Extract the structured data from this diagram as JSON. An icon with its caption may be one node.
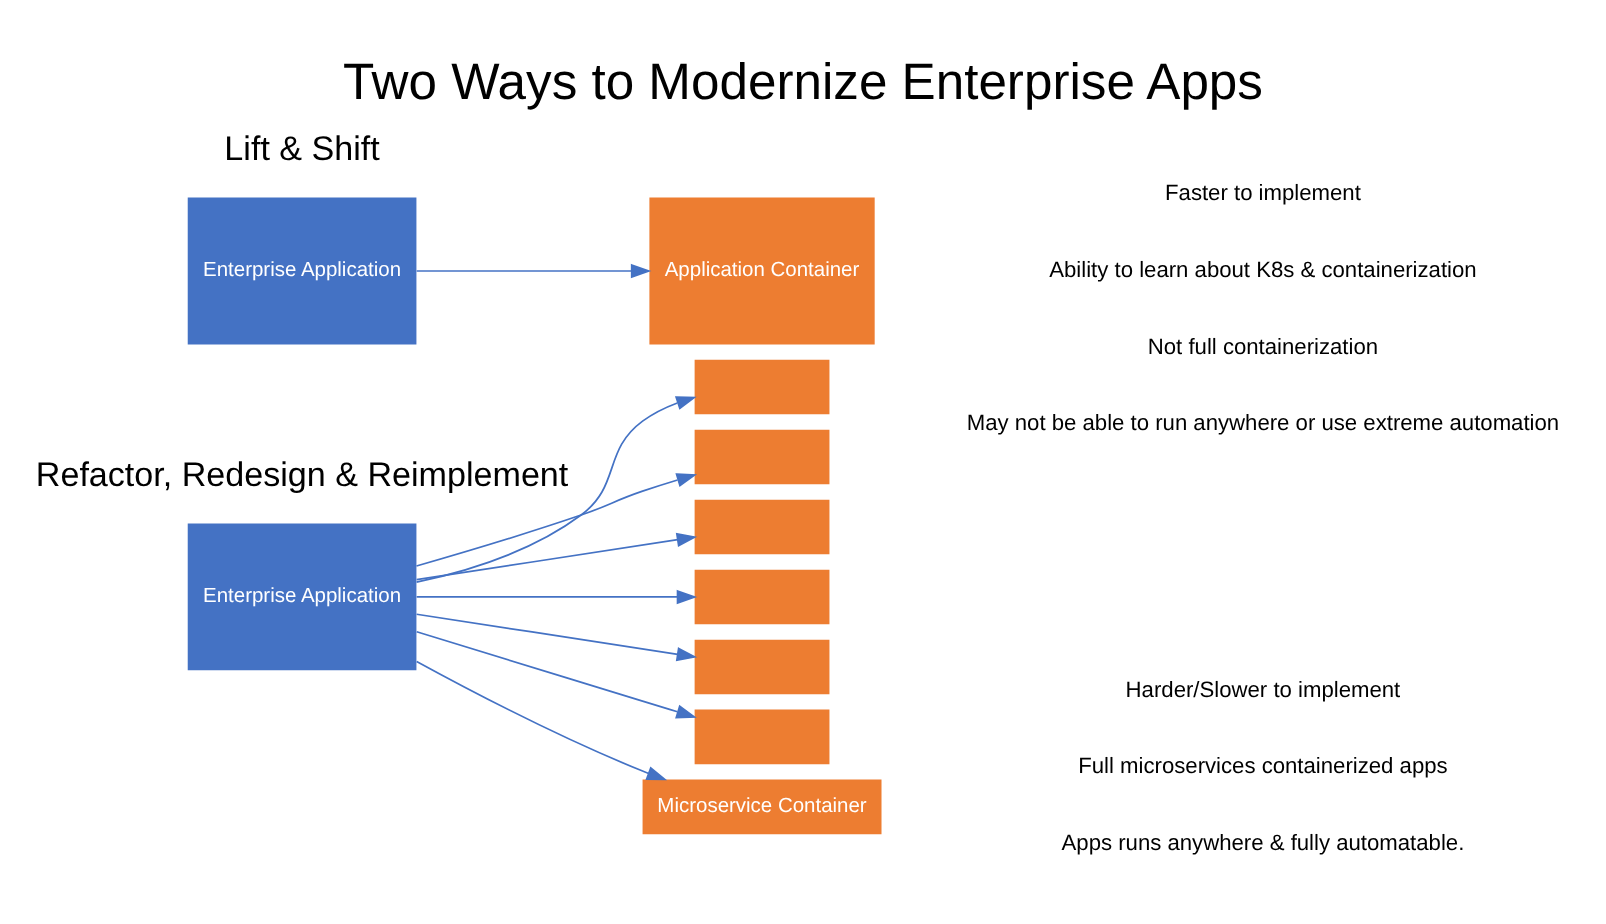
{
  "diagram": {
    "title": "Two Ways to Modernize Enterprise Apps",
    "nodes": [
      {
        "text": [
          "Enterprise Application"
        ]
      },
      {
        "text": [
          "Application Container"
        ]
      },
      {
        "text": [
          "Enterprise Application"
        ]
      },
      {
        "text": [],
        "shape": "box"
      },
      {
        "text": [],
        "shape": "box"
      },
      {
        "text": [],
        "shape": "box"
      },
      {
        "text": [],
        "shape": "box"
      },
      {
        "text": [],
        "shape": "box"
      },
      {
        "text": [],
        "shape": "box"
      },
      {
        "text": [
          "Microservice Container"
        ]
      }
    ],
    "edges": [
      {
        "from": 0,
        "to": 1,
        "arrow": "to"
      },
      {
        "from": 2,
        "to": 3,
        "arrow": "to"
      },
      {
        "from": 2,
        "to": 4,
        "arrow": "to"
      },
      {
        "from": 2,
        "to": 5,
        "arrow": "to"
      },
      {
        "from": 2,
        "to": 6,
        "arrow": "to"
      },
      {
        "from": 2,
        "to": 7,
        "arrow": "to"
      },
      {
        "from": 2,
        "to": 8,
        "arrow": "to"
      },
      {
        "from": 2,
        "to": 9,
        "arrow": "to"
      }
    ],
    "labels": [
      "Lift & Shift",
      "Faster to implement",
      "Ability to learn about K8s & containerization",
      "Not full containerization",
      "May not be able to run anywhere or use extreme automation",
      "Refactor, Redesign & Reimplement",
      "Harder/Slower to implement",
      "Full microservices containerized apps",
      "Apps runs anywhere & fully automatable."
    ]
  }
}
